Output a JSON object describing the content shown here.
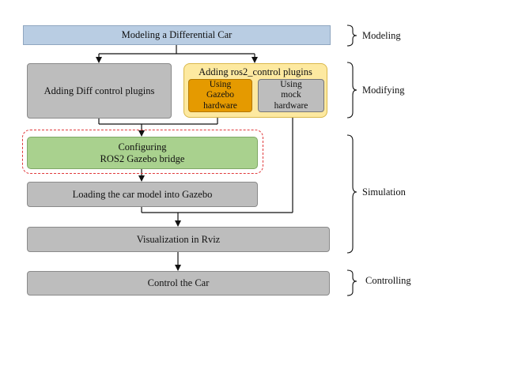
{
  "blocks": {
    "modeling": "Modeling a Differential Car",
    "diff_plugins": "Adding Diff control plugins",
    "ros2_control": "Adding ros2_control plugins",
    "gazebo_hw": "Using\nGazebo\nhardware",
    "mock_hw": "Using\nmock\nhardware",
    "bridge": "Configuring\nROS2 Gazebo bridge",
    "loading": "Loading the car model into Gazebo",
    "rviz": "Visualization in Rviz",
    "control": "Control the Car"
  },
  "phases": {
    "modeling": "Modeling",
    "modifying": "Modifying",
    "simulation": "Simulation",
    "controlling": "Controlling"
  }
}
